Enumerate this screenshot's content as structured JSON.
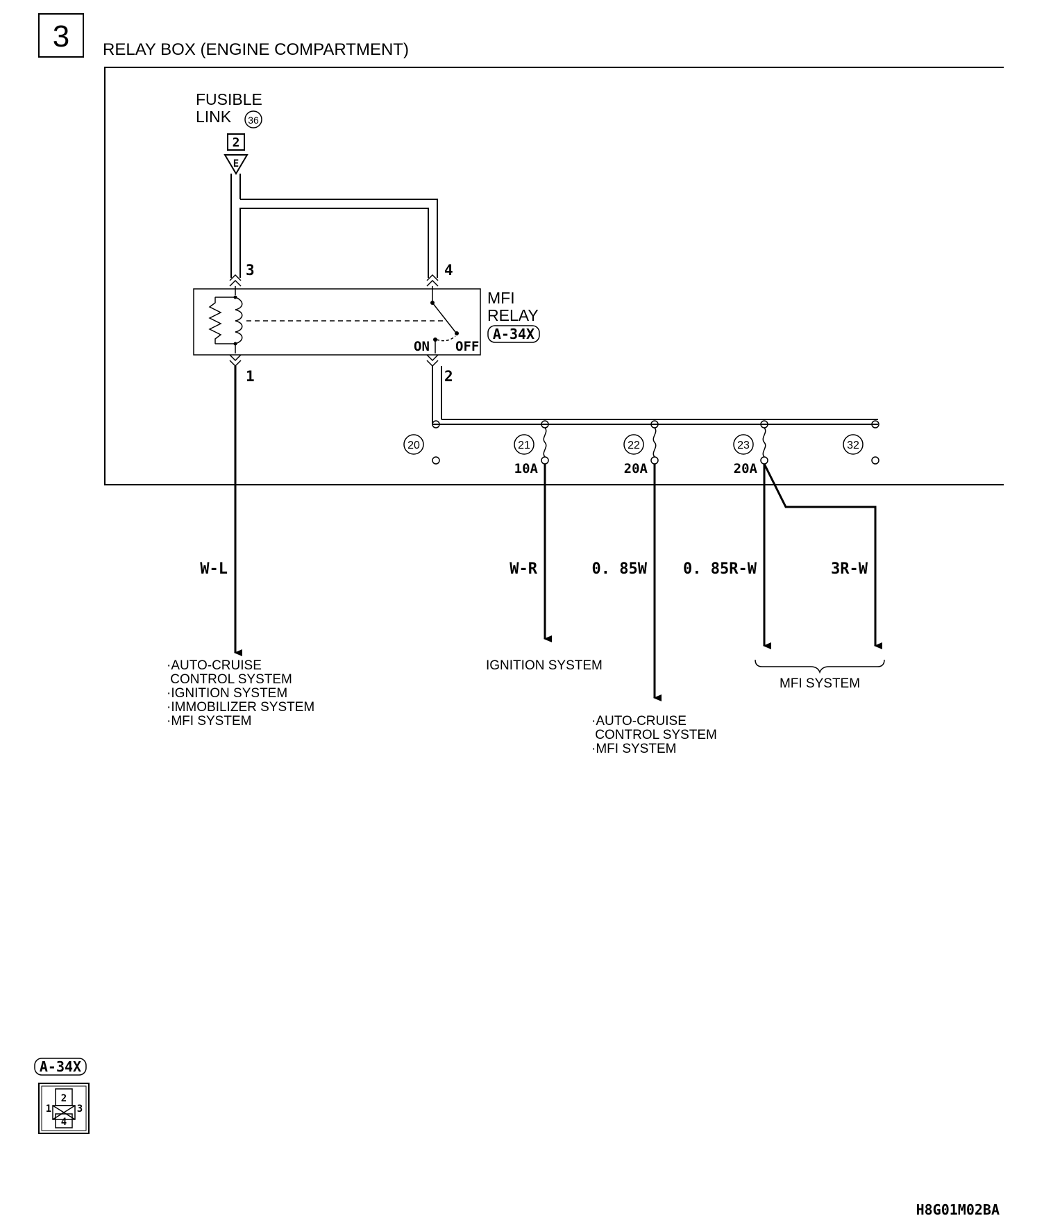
{
  "header": {
    "section_number": "3",
    "title": "RELAY BOX (ENGINE COMPARTMENT)"
  },
  "fusible_link": {
    "line1": "FUSIBLE",
    "line2": "LINK",
    "number": "36",
    "connector_pin": "2",
    "connector_letter": "E"
  },
  "relay": {
    "name_line1": "MFI",
    "name_line2": "RELAY",
    "connector_id": "A-34X",
    "pin_3": "3",
    "pin_4": "4",
    "pin_1": "1",
    "pin_2": "2",
    "on_label": "ON",
    "off_label": "OFF"
  },
  "fuses": [
    {
      "number": "20",
      "rating": ""
    },
    {
      "number": "21",
      "rating": "10A"
    },
    {
      "number": "22",
      "rating": "20A"
    },
    {
      "number": "23",
      "rating": "20A"
    },
    {
      "number": "32",
      "rating": ""
    }
  ],
  "wires": {
    "w1": "W-L",
    "w2": "W-R",
    "w3": "0. 85W",
    "w4": "0. 85R-W",
    "w5": "3R-W"
  },
  "destinations": {
    "d1": [
      "·AUTO-CRUISE",
      " CONTROL SYSTEM",
      "·IGNITION SYSTEM",
      "·IMMOBILIZER SYSTEM",
      "·MFI SYSTEM"
    ],
    "d2": "IGNITION SYSTEM",
    "d3": [
      "·AUTO-CRUISE",
      " CONTROL SYSTEM",
      "·MFI SYSTEM"
    ],
    "d4": "MFI SYSTEM"
  },
  "connector_view": {
    "id": "A-34X",
    "pins": [
      "1",
      "2",
      "3",
      "4"
    ]
  },
  "footer_code": "H8G01M02BA"
}
